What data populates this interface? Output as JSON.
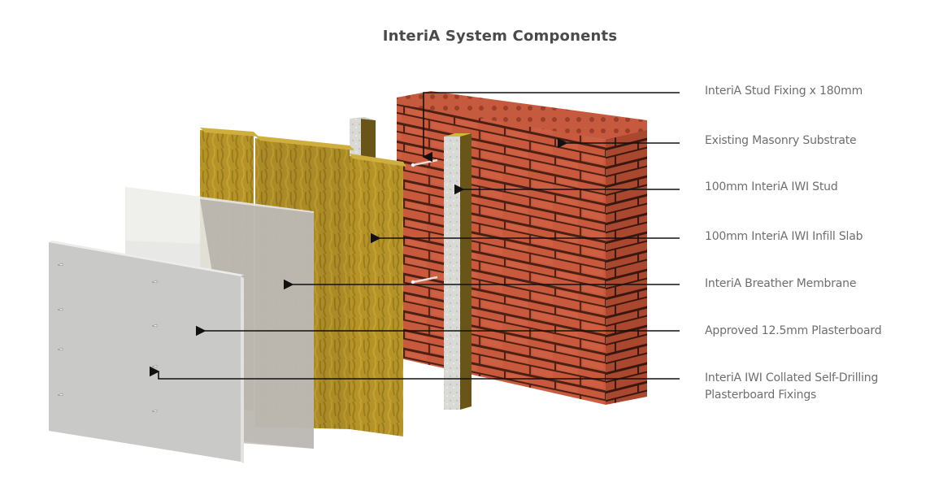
{
  "title": "InteriA System Components",
  "components": [
    {
      "id": "stud-fixing",
      "label": "InteriA Stud Fixing x 180mm"
    },
    {
      "id": "masonry",
      "label": "Existing Masonry Substrate"
    },
    {
      "id": "iwi-stud",
      "label": "100mm InteriA IWI Stud"
    },
    {
      "id": "infill-slab",
      "label": "100mm InteriA IWI Infill Slab"
    },
    {
      "id": "breather-membrane",
      "label": "InteriA Breather Membrane"
    },
    {
      "id": "plasterboard",
      "label": "Approved 12.5mm Plasterboard"
    },
    {
      "id": "plasterboard-fixings",
      "label_line1": "InteriA IWI Collated Self-Drilling",
      "label_line2": "Plasterboard Fixings"
    }
  ],
  "colors": {
    "brick": "#c9593d",
    "brick_dark": "#a8452c",
    "mortar": "#5a2a1a",
    "insulation": "#b8962a",
    "insulation_dark": "#8e7220",
    "stud": "#d8d8d6",
    "membrane": "#c9c7c3",
    "plasterboard": "#c8c8c8",
    "leader": "#111111",
    "label_text": "#6e6e6e",
    "title_text": "#4a4a4a"
  }
}
